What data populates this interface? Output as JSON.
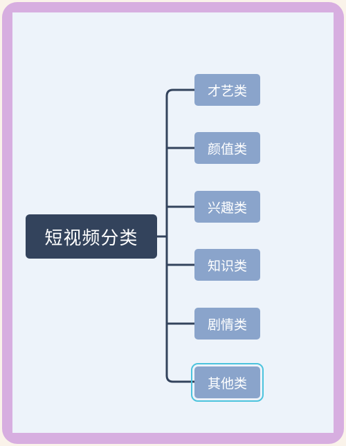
{
  "mindmap": {
    "root": "短视频分类",
    "branches": [
      {
        "label": "才艺类"
      },
      {
        "label": "颜值类"
      },
      {
        "label": "兴趣类"
      },
      {
        "label": "知识类"
      },
      {
        "label": "剧情类"
      },
      {
        "label": "其他类",
        "selected": true
      }
    ]
  },
  "colors": {
    "frame": "#d7aee0",
    "canvas": "#edf3fa",
    "root_fill": "#33435c",
    "branch_fill": "#8aa4cb",
    "connector": "#33435c",
    "selection": "#4cc3dd"
  }
}
